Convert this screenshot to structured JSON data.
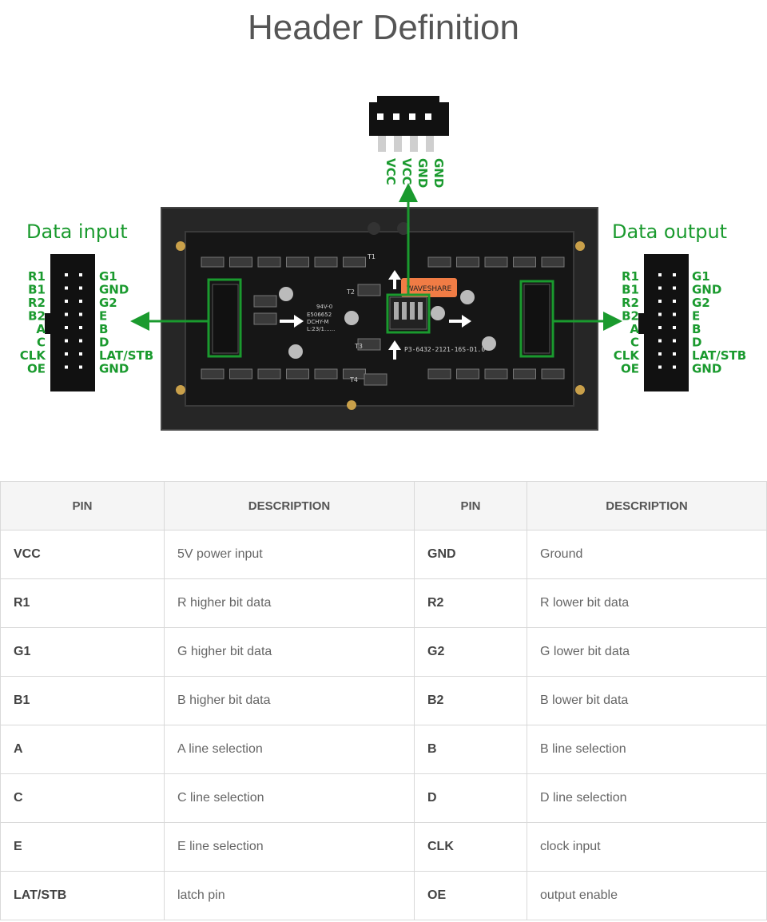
{
  "title": "Header Definition",
  "diagram": {
    "input_label": "Data input",
    "output_label": "Data output",
    "left_pins": [
      "R1",
      "B1",
      "R2",
      "B2",
      "A",
      "C",
      "CLK",
      "OE"
    ],
    "right_pins": [
      "G1",
      "GND",
      "G2",
      "E",
      "B",
      "D",
      "LAT/STB",
      "GND"
    ],
    "power_pins": [
      "VCC",
      "VCC",
      "GND",
      "GND"
    ],
    "board_brand": "WAVESHARE",
    "board_part": "P3-6432-2121-16S-D1.0",
    "board_marks": [
      "T1",
      "T2",
      "T3",
      "T4"
    ],
    "chip_text": [
      "94V-0",
      "E506652",
      "DCHY-M",
      "L:23/1......"
    ],
    "accent_color": "#1a9a2e"
  },
  "table": {
    "headers": [
      "PIN",
      "DESCRIPTION",
      "PIN",
      "DESCRIPTION"
    ],
    "rows": [
      [
        "VCC",
        "5V power input",
        "GND",
        "Ground"
      ],
      [
        "R1",
        "R higher bit data",
        "R2",
        "R lower bit data"
      ],
      [
        "G1",
        "G higher bit data",
        "G2",
        "G lower bit data"
      ],
      [
        "B1",
        "B higher bit data",
        "B2",
        "B lower bit data"
      ],
      [
        "A",
        "A line selection",
        "B",
        "B line selection"
      ],
      [
        "C",
        "C line selection",
        "D",
        "D line selection"
      ],
      [
        "E",
        "E line selection",
        "CLK",
        "clock input"
      ],
      [
        "LAT/STB",
        "latch pin",
        "OE",
        "output enable"
      ]
    ]
  }
}
